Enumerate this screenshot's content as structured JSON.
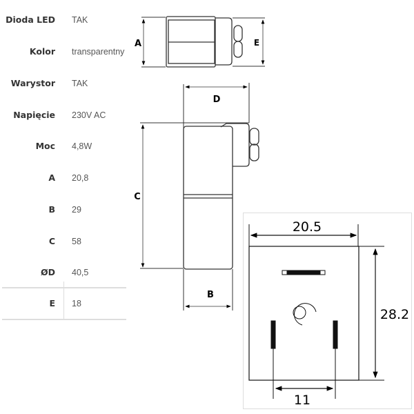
{
  "specs": [
    {
      "label": "Dioda LED",
      "value": "TAK"
    },
    {
      "label": "Kolor",
      "value": "transparentny"
    },
    {
      "label": "Warystor",
      "value": "TAK"
    },
    {
      "label": "Napięcie",
      "value": "230V AC"
    },
    {
      "label": "Moc",
      "value": "4,8W"
    },
    {
      "label": "A",
      "value": "20,8"
    },
    {
      "label": "B",
      "value": "29"
    },
    {
      "label": "C",
      "value": "58"
    },
    {
      "label": "ØD",
      "value": "40,5"
    },
    {
      "label": "E",
      "value": "18"
    }
  ],
  "drawing": {
    "dim_a": "A",
    "dim_b": "B",
    "dim_c": "C",
    "dim_d": "D",
    "dim_e": "E"
  },
  "pinout": {
    "width": "20.5",
    "height": "28.2",
    "pin_spacing": "11"
  }
}
